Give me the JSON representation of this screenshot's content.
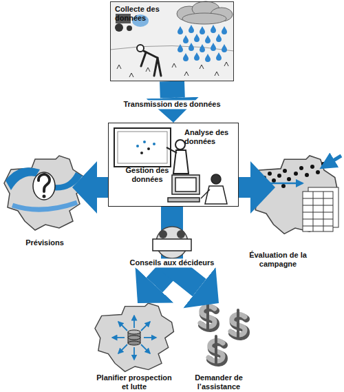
{
  "diagram": {
    "nodes": [
      {
        "text": [
          "Collecte des données"
        ]
      },
      {
        "text": [
          "Analyse des données",
          "Gestion des données"
        ]
      },
      {
        "text": [
          "Prévisions"
        ]
      },
      {
        "text": [
          "Évaluation de la campagne"
        ]
      },
      {
        "text": [
          "Planifier prospection et lutte"
        ]
      },
      {
        "text": [
          "Demander de l’assistance"
        ]
      }
    ],
    "edges": [
      {
        "from": 0,
        "to": 1,
        "label": "Transmission des données",
        "arrow": "to"
      },
      {
        "from": 1,
        "to": 2,
        "arrow": "to"
      },
      {
        "from": 1,
        "to": 3,
        "arrow": "to"
      },
      {
        "from": 1,
        "to": 4,
        "label": "Conseils aux décideurs",
        "arrow": "to"
      },
      {
        "from": 1,
        "to": 5,
        "arrow": "to"
      }
    ]
  }
}
